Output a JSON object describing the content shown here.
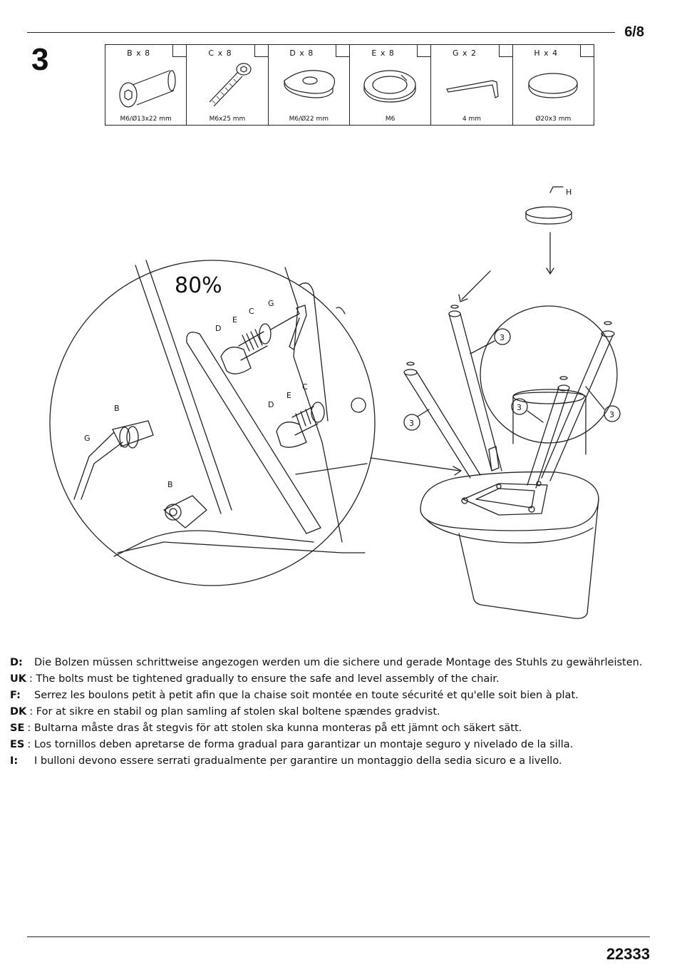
{
  "header": {
    "page_number": "6/8",
    "step_number": "3"
  },
  "parts": [
    {
      "letter": "B",
      "quantity_label": "B x 8",
      "size": "M6/Ø13x22 mm",
      "icon": "barrel-nut-icon"
    },
    {
      "letter": "C",
      "quantity_label": "C x 8",
      "size": "M6x25 mm",
      "icon": "hex-bolt-icon"
    },
    {
      "letter": "D",
      "quantity_label": "D x 8",
      "size": "M6/Ø22 mm",
      "icon": "curved-washer-icon"
    },
    {
      "letter": "E",
      "quantity_label": "E x 8",
      "size": "M6",
      "icon": "spring-washer-icon"
    },
    {
      "letter": "G",
      "quantity_label": "G x 2",
      "size": "4 mm",
      "icon": "allen-key-icon"
    },
    {
      "letter": "H",
      "quantity_label": "H x 4",
      "size": "Ø20x3 mm",
      "icon": "felt-pad-icon"
    }
  ],
  "detail": {
    "torque_label": "80%",
    "labels": {
      "b": "B",
      "c": "C",
      "d": "D",
      "e": "E",
      "g": "G",
      "h": "H",
      "step": "3"
    }
  },
  "instructions": [
    {
      "lang": "D:",
      "text": "Die Bolzen müssen schrittweise angezogen werden um die sichere und gerade Montage des Stuhls zu gewährleisten."
    },
    {
      "lang": "UK",
      "text": ": The bolts must be tightened gradually to ensure the safe and level assembly of the chair."
    },
    {
      "lang": "F:",
      "text": "Serrez les boulons petit à petit afin que la chaise soit montée en toute sécurité et qu'elle soit bien à plat."
    },
    {
      "lang": "DK",
      "text": ": For at sikre en stabil og plan samling af stolen skal boltene spændes gradvist."
    },
    {
      "lang": "SE",
      "text": ": Bultarna måste dras åt stegvis för att stolen ska kunna monteras på ett jämnt och säkert sätt."
    },
    {
      "lang": "ES",
      "text": ": Los tornillos deben apretarse de forma gradual para garantizar un montaje seguro y nivelado de la silla."
    },
    {
      "lang": "I:",
      "text": "I bulloni devono essere serrati gradualmente per garantire un montaggio della sedia sicuro e a livello."
    }
  ],
  "footer": {
    "document_number": "22333"
  }
}
